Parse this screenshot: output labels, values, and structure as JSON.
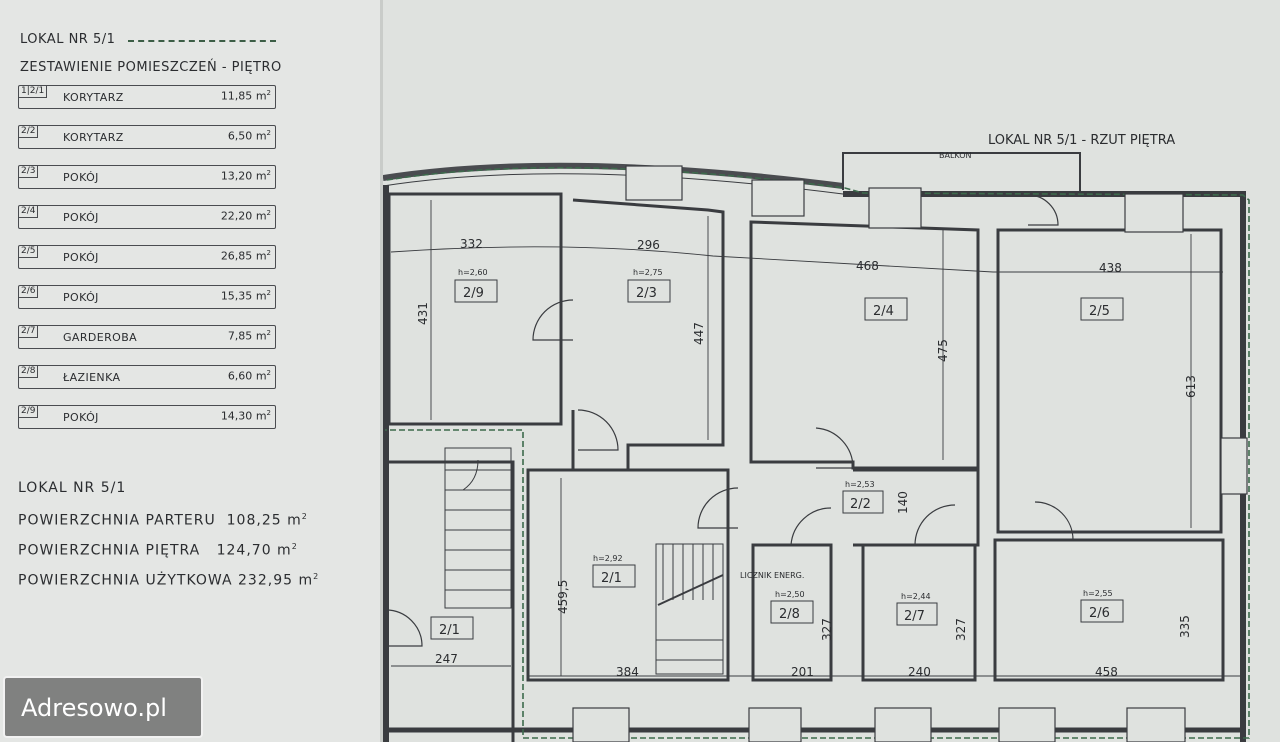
{
  "left": {
    "lokal_title": "LOKAL NR 5/1",
    "rooms_title": "ZESTAWIENIE POMIESZCZEŃ - PIĘTRO",
    "rooms": [
      {
        "code": "1|2/1",
        "name": "KORYTARZ",
        "area": "11,85",
        "unit": "m"
      },
      {
        "code": "2/2",
        "name": "KORYTARZ",
        "area": "6,50",
        "unit": "m"
      },
      {
        "code": "2/3",
        "name": "POKÓJ",
        "area": "13,20",
        "unit": "m"
      },
      {
        "code": "2/4",
        "name": "POKÓJ",
        "area": "22,20",
        "unit": "m"
      },
      {
        "code": "2/5",
        "name": "POKÓJ",
        "area": "26,85",
        "unit": "m"
      },
      {
        "code": "2/6",
        "name": "POKÓJ",
        "area": "15,35",
        "unit": "m"
      },
      {
        "code": "2/7",
        "name": "GARDEROBA",
        "area": "7,85",
        "unit": "m"
      },
      {
        "code": "2/8",
        "name": "ŁAZIENKA",
        "area": "6,60",
        "unit": "m"
      },
      {
        "code": "2/9",
        "name": "POKÓJ",
        "area": "14,30",
        "unit": "m"
      }
    ],
    "summary_title": "LOKAL NR 5/1",
    "summary": [
      {
        "label": "POWIERZCHNIA PARTERU",
        "value": "108,25 m"
      },
      {
        "label": "POWIERZCHNIA PIĘTRA",
        "value": "124,70 m"
      },
      {
        "label": "POWIERZCHNIA UŻYTKOWA",
        "value": "232,95 m"
      }
    ]
  },
  "plan": {
    "title": "LOKAL NR 5/1 - RZUT PIĘTRA",
    "balkon": "BALKON",
    "meter": "LICZNIK ENERG.",
    "rooms": {
      "r29": {
        "h": "h=2,60",
        "id": "2/9"
      },
      "r23": {
        "h": "h=2,75",
        "id": "2/3"
      },
      "r24": {
        "id": "2/4"
      },
      "r25": {
        "id": "2/5"
      },
      "r22": {
        "h": "h=2,53",
        "id": "2/2"
      },
      "r21a": {
        "h": "h=2,92",
        "id": "2/1"
      },
      "r21b": {
        "id": "2/1"
      },
      "r28": {
        "h": "h=2,50",
        "id": "2/8"
      },
      "r27": {
        "h": "h=2,44",
        "id": "2/7"
      },
      "r26": {
        "h": "h=2,55",
        "id": "2/6"
      }
    },
    "dims": {
      "d332": "332",
      "d296": "296",
      "d468": "468",
      "d438": "438",
      "d431": "431",
      "d447": "447",
      "d475": "475",
      "d613": "613",
      "d140": "140",
      "d4595": "459,5",
      "d327a": "327",
      "d327b": "327",
      "d335": "335",
      "d247": "247",
      "d384": "384",
      "d201": "201",
      "d240": "240",
      "d458": "458"
    }
  },
  "watermark": "Adresowo.pl"
}
